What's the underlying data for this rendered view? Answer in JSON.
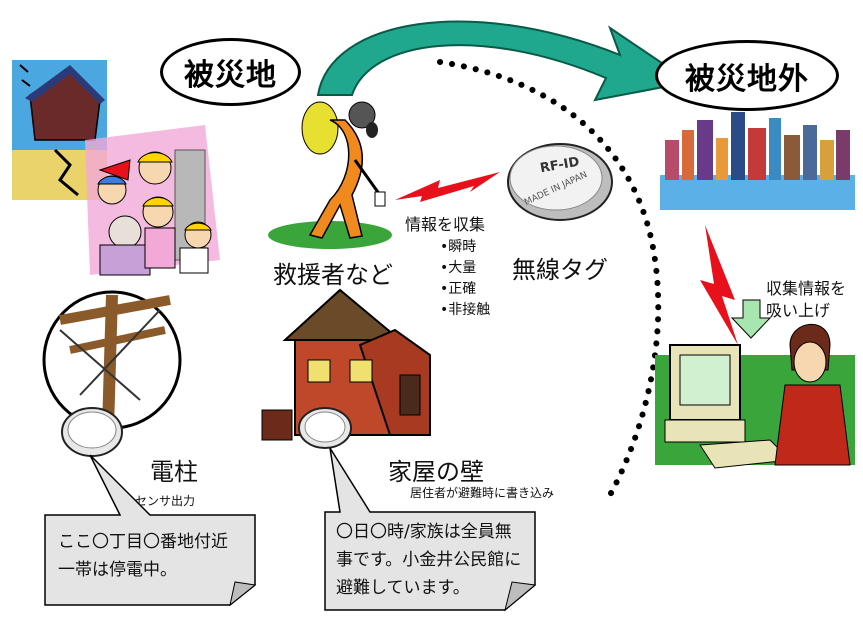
{
  "titles": {
    "disaster_area": "被災地",
    "outside_area": "被災地外"
  },
  "labels": {
    "rescuer": "救援者など",
    "wireless_tag": "無線タグ",
    "collect_info": "情報を収集",
    "utility_pole": "電柱",
    "sensor_output": "センサ出力",
    "house_wall": "家屋の壁",
    "resident_write": "居住者が避難時に書き込み",
    "absorb_info": "収集情報を\n吸い上げ"
  },
  "features": [
    "•瞬時",
    "•大量",
    "•正確",
    "•非接触"
  ],
  "tag_markings": {
    "top": "RF-ID",
    "bottom": "MADE IN JAPAN"
  },
  "notes": {
    "pole_note": "ここ〇丁目〇番地付近\n一帯は停電中。",
    "house_note": "〇日〇時/家族は全員無\n事です。小金井公民館に\n避難しています。"
  },
  "colors": {
    "arrow_fill": "#1fa88e",
    "lightning": "#e8101a",
    "note_fill": "#e4e4e4",
    "down_arrow": "#a8e6b0",
    "rescuer_suit": "#f08a1e",
    "grass": "#3aa53a"
  }
}
